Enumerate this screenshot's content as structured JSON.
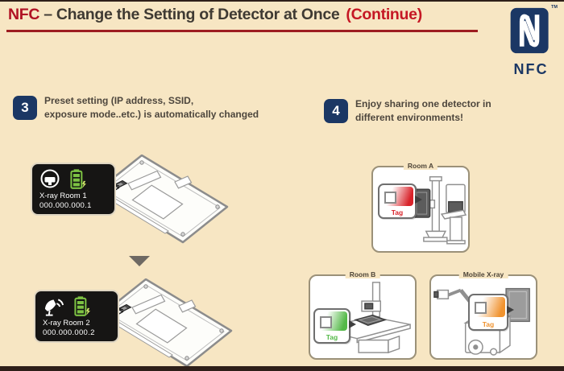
{
  "slide": {
    "header": {
      "brand": "NFC",
      "title": "– Change the Setting of Detector at Once",
      "continuation": "(Continue)"
    },
    "logo": {
      "wordmark": "NFC",
      "trademark": "TM",
      "icon": "nfc-n-mark"
    },
    "steps": [
      {
        "number": "3",
        "line1": "Preset setting (IP address, SSID,",
        "line2": "exposure mode..etc.) is automatically changed"
      },
      {
        "number": "4",
        "line1": "Enjoy sharing one detector in",
        "line2": "different environments!"
      }
    ],
    "detector_labels": [
      {
        "name": "X-ray Room 1",
        "ip": "000.000.000.1",
        "icon": "xray-tube-icon",
        "battery_icon": "battery-charging-icon"
      },
      {
        "name": "X-ray Room 2",
        "ip": "000.000.000.2",
        "icon": "satellite-dish-icon",
        "battery_icon": "battery-charging-icon"
      }
    ],
    "rooms": [
      {
        "name": "Room A",
        "tag": "Tag",
        "tag_color": "#d8232a",
        "style": "--tag:#d8232a"
      },
      {
        "name": "Room B",
        "tag": "Tag",
        "tag_color": "#54b948",
        "style": "--tag:#54b948"
      },
      {
        "name": "Mobile X-ray",
        "tag": "Tag",
        "tag_color": "#f0932f",
        "style": "--tag:#f0932f"
      }
    ],
    "colors": {
      "background": "#f7e6c3",
      "navy": "#1b3764",
      "brand_red": "#b01224",
      "continue_red": "#c51724",
      "underline": "#9d1d21",
      "frame_bar": "#2e1f19",
      "battery_green": "#7dc243"
    },
    "icons": {
      "between_detectors": "down-arrow-icon"
    }
  }
}
